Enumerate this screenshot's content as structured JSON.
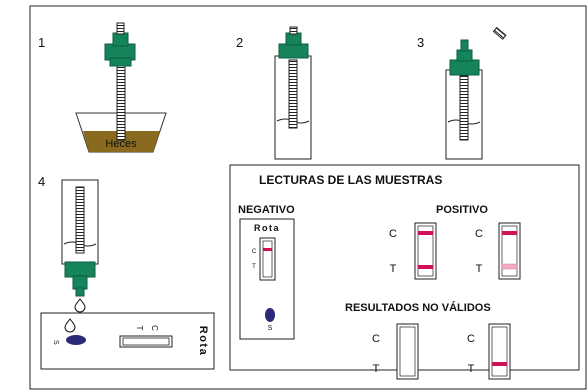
{
  "colors": {
    "cap_green": "#15845a",
    "cap_dark": "#0d5e3f",
    "feces_brown": "#8a6a1e",
    "positive_line": "#d1105a",
    "faint_line": "#f2a9c4",
    "sample_dot": "#2b2a77"
  },
  "steps": {
    "step1_number": "1",
    "step2_number": "2",
    "step3_number": "3",
    "step4_number": "4",
    "feces_label": "Heces"
  },
  "device": {
    "brand": "Rota",
    "c_label": "C",
    "t_label": "T",
    "s_label": "S"
  },
  "readings": {
    "title": "LECTURAS  DE LAS MUESTRAS",
    "negative_label": "NEGATIVO",
    "positive_label": "POSITIVO",
    "invalid_label": "RESULTADOS NO VÁLIDOS",
    "c_label": "C",
    "t_label": "T",
    "brand": "Rota",
    "s_label": "S"
  }
}
